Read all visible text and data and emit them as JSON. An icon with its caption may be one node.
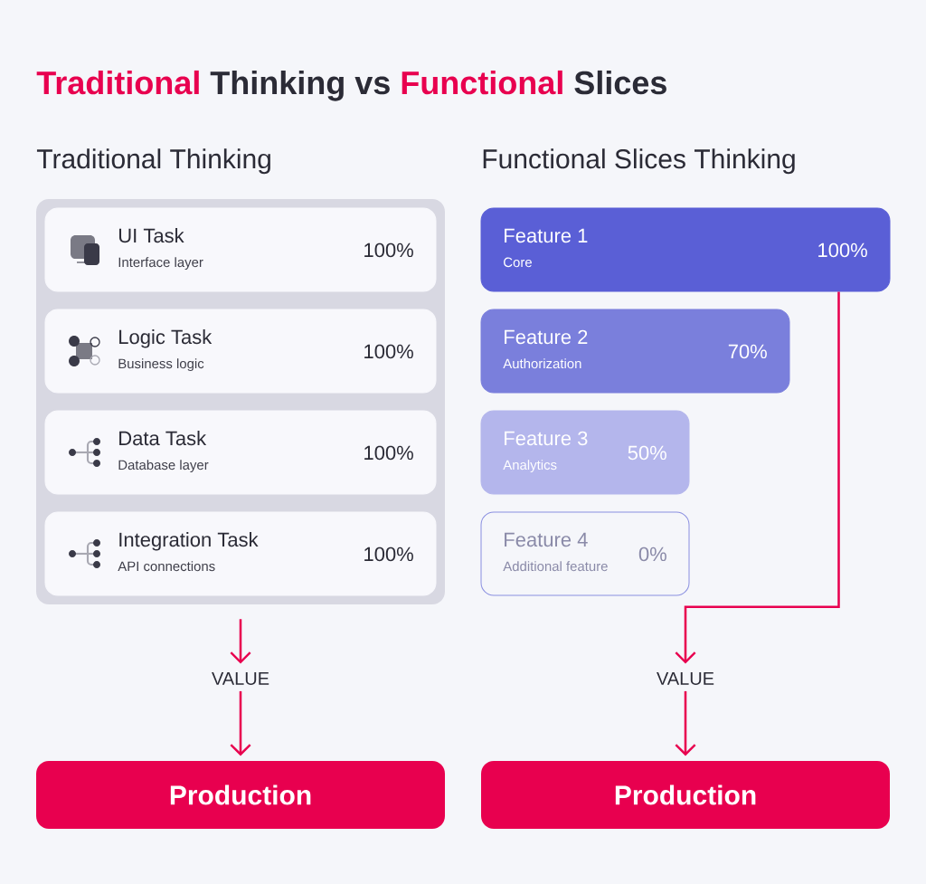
{
  "diagram": {
    "title": "**Traditional** Thinking vs **Functional** Slices",
    "nodes": [
      {
        "text": [
          "Traditional Thinking"
        ]
      },
      {
        "text": [
          "UI Task",
          "Interface layer",
          "100%"
        ],
        "in": 0
      },
      {
        "text": [
          "Logic Task",
          "Business logic",
          "100%"
        ],
        "in": 0
      },
      {
        "text": [
          "Data Task",
          "Database layer",
          "100%"
        ],
        "in": 0
      },
      {
        "text": [
          "Integration Task",
          "API connections",
          "100%"
        ],
        "in": 0
      },
      {
        "text": [
          "VALUE"
        ]
      },
      {
        "text": [
          "Production"
        ]
      },
      {
        "text": [
          "Feature 1",
          "Core",
          "100%"
        ]
      },
      {
        "text": [
          "Feature 2",
          "Authorization",
          "70%"
        ]
      },
      {
        "text": [
          "Feature 3",
          "Analytics",
          "50%"
        ]
      },
      {
        "text": [
          "Feature 4",
          "Additional feature",
          "0%"
        ]
      },
      {
        "text": [
          "VALUE"
        ]
      },
      {
        "text": [
          "Production"
        ]
      }
    ],
    "edges": [
      {
        "from": 0,
        "to": 5,
        "arrow": "to"
      },
      {
        "from": 5,
        "to": 6,
        "arrow": "to"
      },
      {
        "from": 7,
        "to": 11,
        "arrow": "to"
      },
      {
        "from": 11,
        "to": 12,
        "arrow": "to"
      }
    ],
    "labels": [
      "Functional Slices Thinking"
    ]
  }
}
